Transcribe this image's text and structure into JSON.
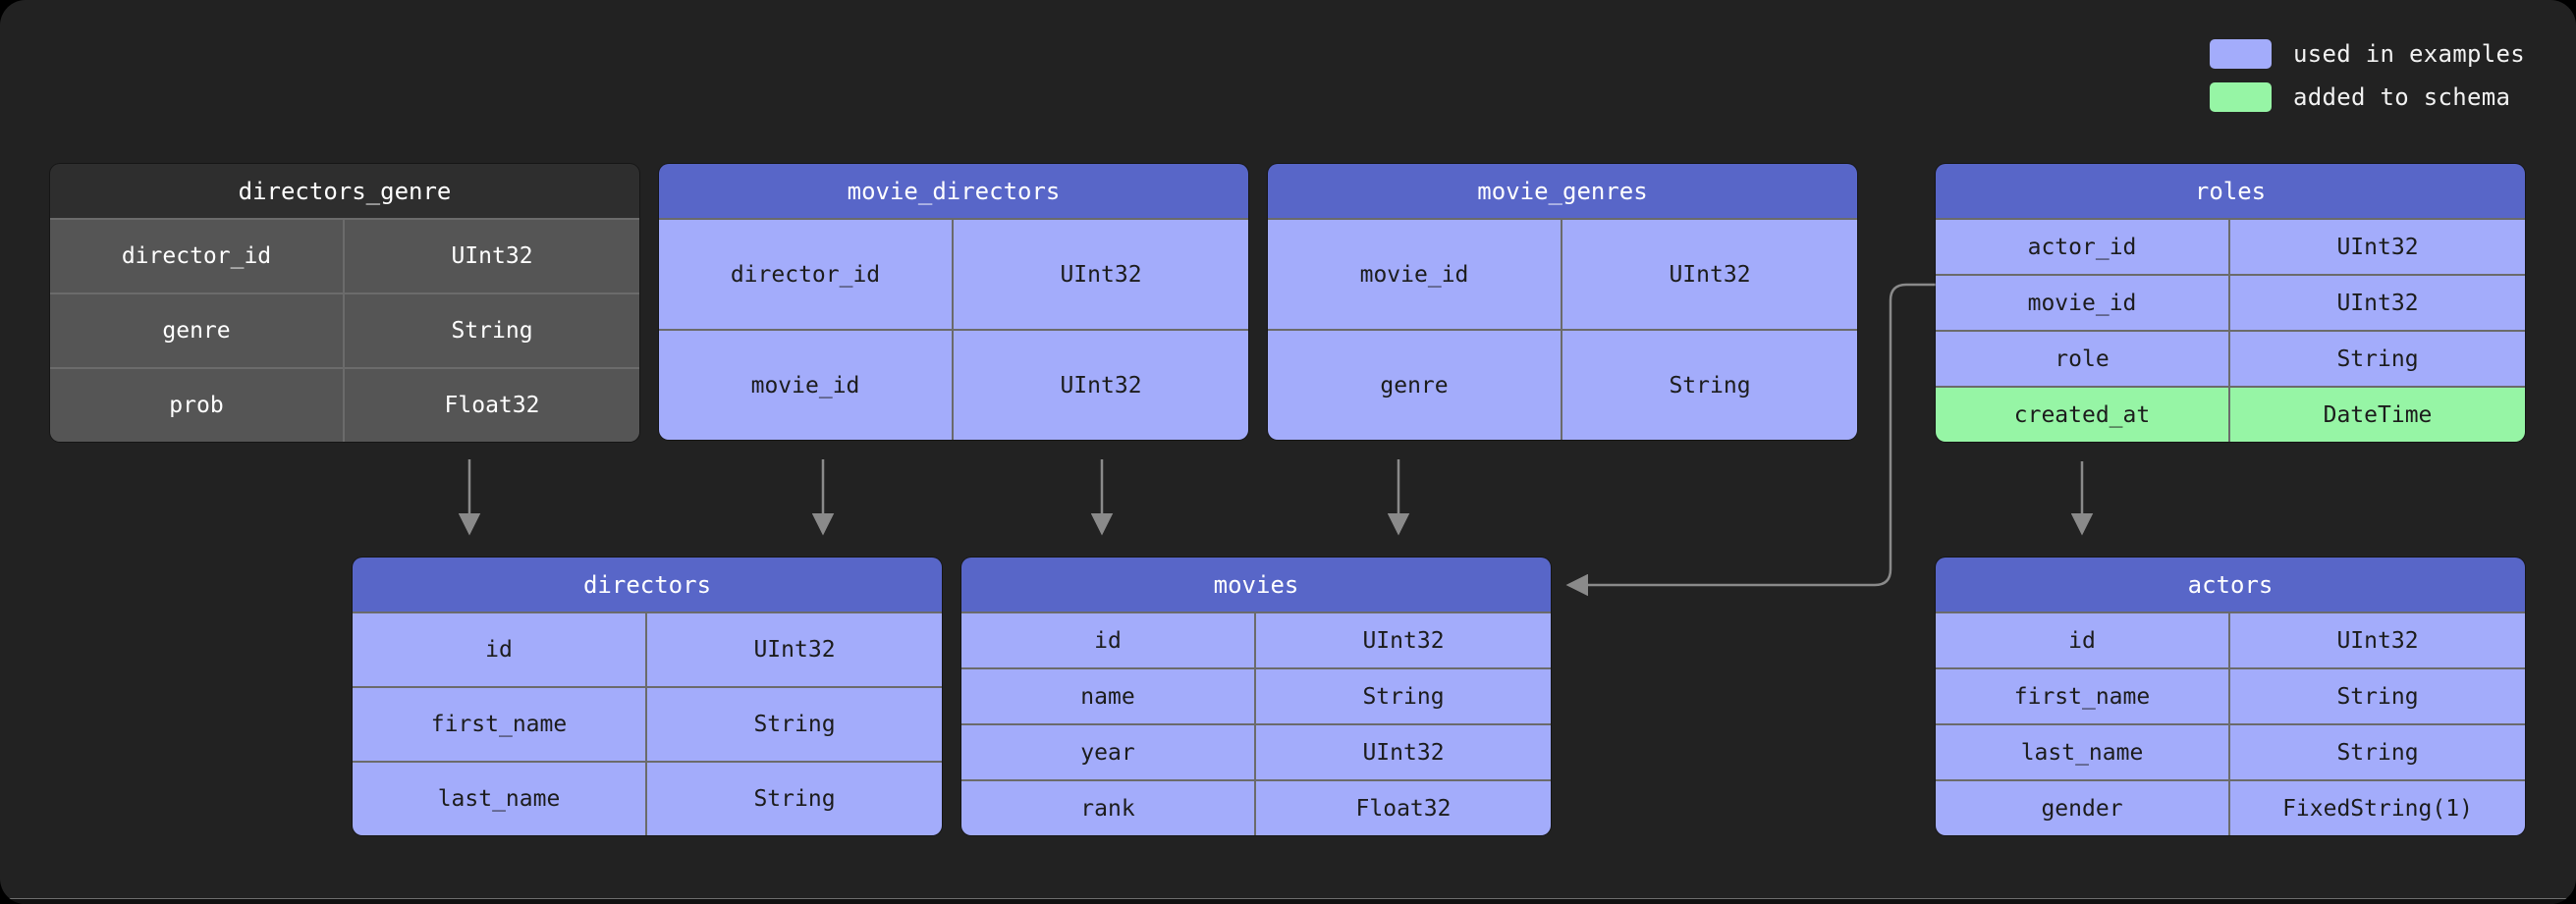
{
  "colors": {
    "background": "#222222",
    "highlight_blue_header": "#5866c8",
    "highlight_blue_body": "#a3acfb",
    "added_green": "#96f5a5",
    "neutral_grey_header": "#2e2e2e",
    "neutral_grey_body": "#555555",
    "connector": "#8a8a8a"
  },
  "legend": {
    "items": [
      {
        "swatch_color": "#a3acfb",
        "label": "used in examples"
      },
      {
        "swatch_color": "#96f5a5",
        "label": "added to schema"
      }
    ]
  },
  "tables": [
    {
      "id": "directors_genre",
      "name": "directors_genre",
      "theme": "grey",
      "columns": [
        {
          "name": "director_id",
          "type": "UInt32",
          "state": "normal"
        },
        {
          "name": "genre",
          "type": "String",
          "state": "normal"
        },
        {
          "name": "prob",
          "type": "Float32",
          "state": "normal"
        }
      ]
    },
    {
      "id": "movie_directors",
      "name": "movie_directors",
      "theme": "blue",
      "columns": [
        {
          "name": "director_id",
          "type": "UInt32",
          "state": "normal"
        },
        {
          "name": "movie_id",
          "type": "UInt32",
          "state": "normal"
        }
      ]
    },
    {
      "id": "movie_genres",
      "name": "movie_genres",
      "theme": "blue",
      "columns": [
        {
          "name": "movie_id",
          "type": "UInt32",
          "state": "normal"
        },
        {
          "name": "genre",
          "type": "String",
          "state": "normal"
        }
      ]
    },
    {
      "id": "roles",
      "name": "roles",
      "theme": "blue",
      "columns": [
        {
          "name": "actor_id",
          "type": "UInt32",
          "state": "normal"
        },
        {
          "name": "movie_id",
          "type": "UInt32",
          "state": "normal"
        },
        {
          "name": "role",
          "type": "String",
          "state": "normal"
        },
        {
          "name": "created_at",
          "type": "DateTime",
          "state": "added"
        }
      ]
    },
    {
      "id": "directors",
      "name": "directors",
      "theme": "blue",
      "columns": [
        {
          "name": "id",
          "type": "UInt32",
          "state": "normal"
        },
        {
          "name": "first_name",
          "type": "String",
          "state": "normal"
        },
        {
          "name": "last_name",
          "type": "String",
          "state": "normal"
        }
      ]
    },
    {
      "id": "movies",
      "name": "movies",
      "theme": "blue",
      "columns": [
        {
          "name": "id",
          "type": "UInt32",
          "state": "normal"
        },
        {
          "name": "name",
          "type": "String",
          "state": "normal"
        },
        {
          "name": "year",
          "type": "UInt32",
          "state": "normal"
        },
        {
          "name": "rank",
          "type": "Float32",
          "state": "normal"
        }
      ]
    },
    {
      "id": "actors",
      "name": "actors",
      "theme": "blue",
      "columns": [
        {
          "name": "id",
          "type": "UInt32",
          "state": "normal"
        },
        {
          "name": "first_name",
          "type": "String",
          "state": "normal"
        },
        {
          "name": "last_name",
          "type": "String",
          "state": "normal"
        },
        {
          "name": "gender",
          "type": "FixedString(1)",
          "state": "normal"
        }
      ]
    }
  ],
  "relationships": [
    {
      "from": "directors_genre",
      "to": "directors",
      "kind": "vertical"
    },
    {
      "from": "movie_directors",
      "to": "directors",
      "kind": "vertical"
    },
    {
      "from": "movie_directors",
      "to": "movies",
      "kind": "vertical"
    },
    {
      "from": "movie_genres",
      "to": "movies",
      "kind": "vertical"
    },
    {
      "from": "roles",
      "to": "movies",
      "kind": "elbow"
    },
    {
      "from": "roles",
      "to": "actors",
      "kind": "vertical"
    }
  ]
}
